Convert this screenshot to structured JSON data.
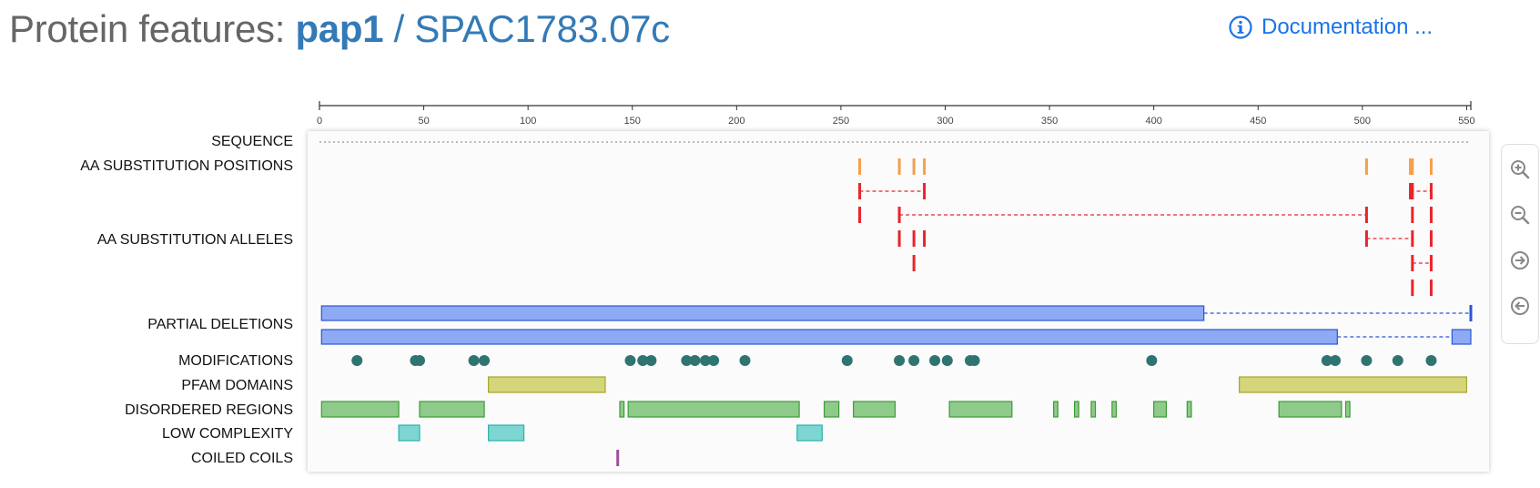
{
  "header": {
    "prefix": "Protein features:",
    "gene_name": "pap1",
    "separator": "/",
    "systematic_id": "SPAC1783.07c",
    "documentation_label": "Documentation ...",
    "documentation_icon": "info-circle-icon"
  },
  "axis": {
    "min": 0,
    "max": 552,
    "ticks": [
      0,
      50,
      100,
      150,
      200,
      250,
      300,
      350,
      400,
      450,
      500,
      550
    ],
    "tick_labels": [
      "0",
      "50",
      "100",
      "150",
      "200",
      "250",
      "300",
      "350",
      "400",
      "450",
      "500",
      "550"
    ]
  },
  "tracks": {
    "sequence": "SEQUENCE",
    "aa_positions": "AA SUBSTITUTION POSITIONS",
    "aa_alleles": "AA SUBSTITUTION ALLELES",
    "partial_deletions": "PARTIAL DELETIONS",
    "modifications": "MODIFICATIONS",
    "pfam": "PFAM DOMAINS",
    "disordered": "DISORDERED REGIONS",
    "low_complexity": "LOW COMPLEXITY",
    "coiled_coils": "COILED COILS"
  },
  "colors": {
    "aa_position": "#f5a04a",
    "allele": "#e8252b",
    "deletion_fill": "#8eaaf4",
    "deletion_stroke": "#2a56d6",
    "modification": "#2f7470",
    "pfam_fill": "#d5d57a",
    "pfam_stroke": "#a6a62a",
    "disordered_fill": "#8ecb8a",
    "disordered_stroke": "#3c9a36",
    "low_complexity_fill": "#7dd6d2",
    "low_complexity_stroke": "#2bb0aa",
    "coiled_coil": "#9c4fa0"
  },
  "features": {
    "aa_positions": [
      259,
      278,
      285,
      290,
      502,
      523,
      524,
      533
    ],
    "aa_alleles": [
      {
        "row": 0,
        "positions": [
          259,
          290
        ]
      },
      {
        "row": 0,
        "positions": [
          523,
          524,
          533
        ]
      },
      {
        "row": 1,
        "positions": [
          259
        ]
      },
      {
        "row": 1,
        "positions": [
          278,
          502
        ]
      },
      {
        "row": 1,
        "positions": [
          524
        ]
      },
      {
        "row": 1,
        "positions": [
          533
        ]
      },
      {
        "row": 2,
        "positions": [
          278
        ]
      },
      {
        "row": 2,
        "positions": [
          285
        ]
      },
      {
        "row": 2,
        "positions": [
          290
        ]
      },
      {
        "row": 2,
        "positions": [
          502,
          524
        ]
      },
      {
        "row": 2,
        "positions": [
          533
        ]
      },
      {
        "row": 3,
        "positions": [
          285
        ]
      },
      {
        "row": 3,
        "positions": [
          524,
          533
        ]
      },
      {
        "row": 4,
        "positions": [
          524
        ]
      },
      {
        "row": 4,
        "positions": [
          533
        ]
      }
    ],
    "partial_deletions": [
      {
        "row": 0,
        "parts": [
          [
            1,
            424
          ]
        ],
        "gap_end": 552
      },
      {
        "row": 1,
        "parts": [
          [
            1,
            488
          ],
          [
            543,
            552
          ]
        ]
      }
    ],
    "modifications": [
      18,
      46,
      48,
      74,
      79,
      149,
      155,
      159,
      176,
      180,
      185,
      189,
      204,
      253,
      278,
      285,
      295,
      301,
      312,
      314,
      399,
      483,
      487,
      502,
      517,
      533
    ],
    "pfam": [
      [
        81,
        137
      ],
      [
        441,
        550
      ]
    ],
    "disordered": [
      [
        1,
        38
      ],
      [
        48,
        79
      ],
      [
        144,
        146
      ],
      [
        148,
        230
      ],
      [
        242,
        249
      ],
      [
        256,
        276
      ],
      [
        302,
        332
      ],
      [
        352,
        354
      ],
      [
        362,
        364
      ],
      [
        370,
        372
      ],
      [
        380,
        382
      ],
      [
        400,
        406
      ],
      [
        416,
        418
      ],
      [
        460,
        490
      ],
      [
        492,
        494
      ]
    ],
    "low_complexity": [
      [
        38,
        48
      ],
      [
        81,
        98
      ],
      [
        229,
        241
      ]
    ],
    "coiled_coils": [
      143
    ]
  },
  "zoom": {
    "zoom_in": "zoom-in-icon",
    "zoom_out": "zoom-out-icon",
    "scroll_right": "arrow-right-circle-icon",
    "scroll_left": "arrow-left-circle-icon"
  }
}
